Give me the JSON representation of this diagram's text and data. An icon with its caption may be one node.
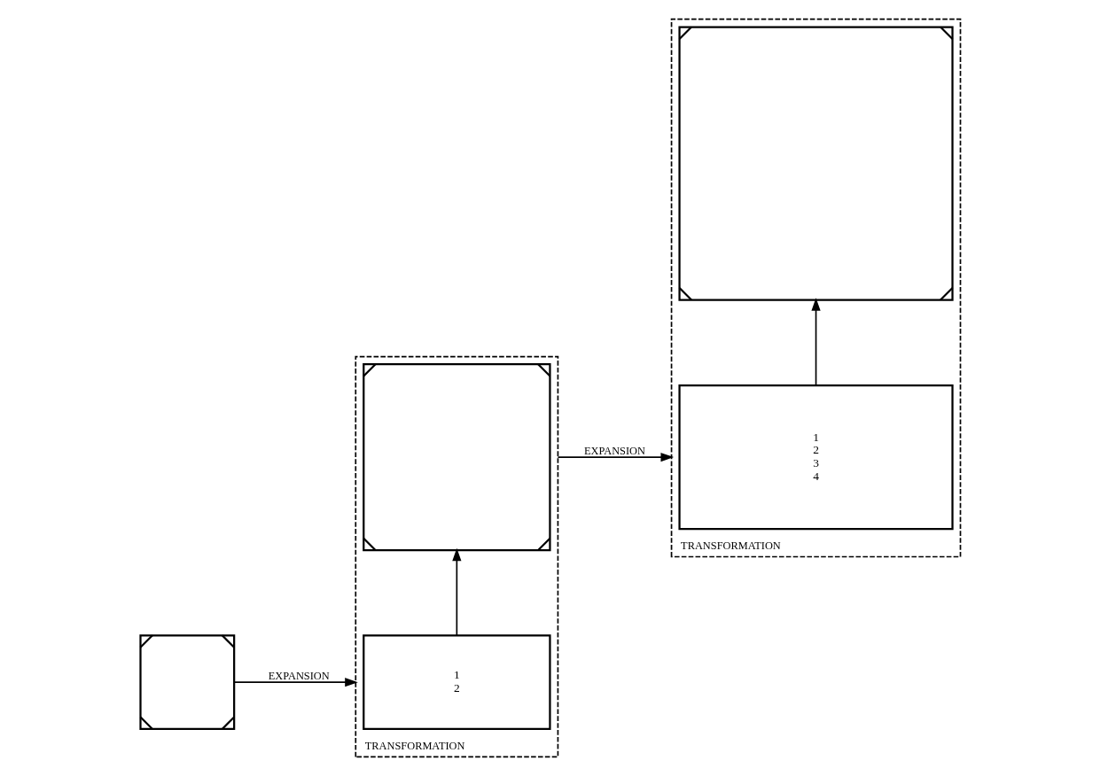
{
  "diagram": {
    "nodes": [
      {
        "text": [],
        "shape": "picture"
      },
      {
        "text": [
          "TRANSFORMATION"
        ]
      },
      {
        "text": [
          "1",
          "2"
        ],
        "in": 1
      },
      {
        "text": [],
        "shape": "picture",
        "in": 1
      },
      {
        "text": [
          "TRANSFORMATION"
        ]
      },
      {
        "text": [
          "1",
          "2",
          "3",
          "4"
        ],
        "in": 4
      },
      {
        "text": [],
        "shape": "picture",
        "in": 4
      }
    ],
    "edges": [
      {
        "from": 0,
        "to": 1,
        "arrow": "to",
        "label": "EXPANSION"
      },
      {
        "from": 2,
        "to": 3,
        "arrow": "to"
      },
      {
        "from": 1,
        "to": 4,
        "arrow": "to",
        "label": "EXPANSION"
      },
      {
        "from": 5,
        "to": 6,
        "arrow": "to"
      }
    ]
  }
}
